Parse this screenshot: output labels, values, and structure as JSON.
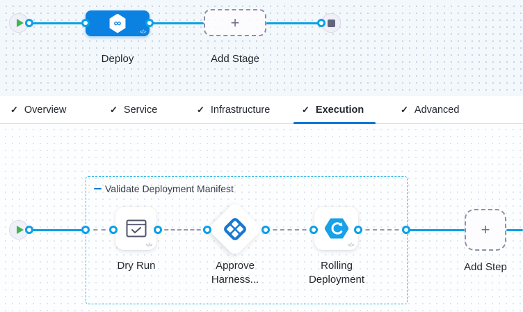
{
  "icons": {
    "check": "✓",
    "plus": "+",
    "code": "</>",
    "infinity": "∞"
  },
  "stage_pipeline": {
    "stage_label": "Deploy",
    "add_stage_label": "Add Stage"
  },
  "tabs": {
    "items": [
      {
        "label": "Overview"
      },
      {
        "label": "Service"
      },
      {
        "label": "Infrastructure"
      },
      {
        "label": "Execution"
      },
      {
        "label": "Advanced"
      }
    ],
    "active": "Execution"
  },
  "execution": {
    "group_label": "Validate Deployment Manifest",
    "steps": [
      {
        "label": "Dry Run"
      },
      {
        "label": "Approve Harness..."
      },
      {
        "label": "Rolling Deployment"
      }
    ],
    "add_step_label": "Add Step"
  },
  "colors": {
    "primary_blue": "#0278d5",
    "node_blue": "#0b82e2",
    "connector_blue": "#0aa0e8",
    "group_border_cyan": "#2fb9e6",
    "approve_icon_blue": "#1777d2",
    "rolling_icon_blue": "#18a0e8",
    "play_green": "#42b450",
    "dash_gray": "#9596ab"
  }
}
